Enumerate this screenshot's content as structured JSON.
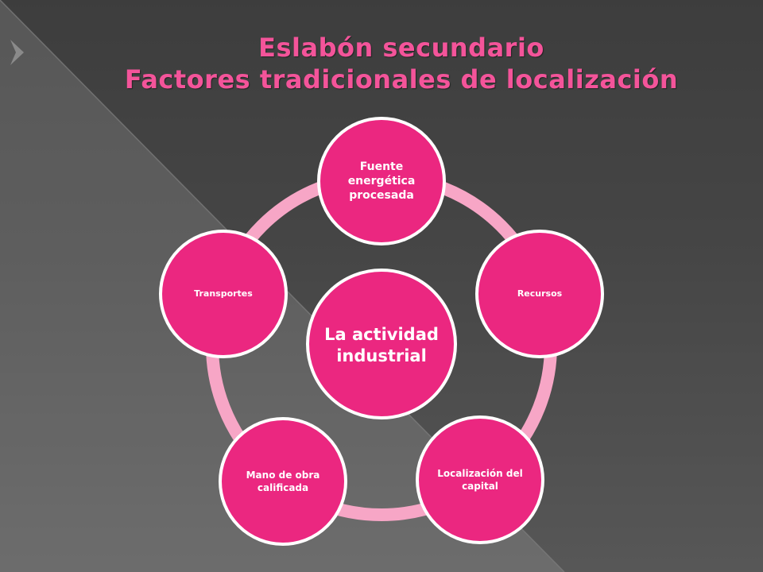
{
  "slide": {
    "title_line1": "Eslabón secundario",
    "title_line2": "Factores tradicionales de localización"
  },
  "diagram": {
    "center": "La actividad industrial",
    "nodes": [
      "Fuente energética procesada",
      "Recursos",
      "Localización del  capital",
      "Mano de obra calificada",
      "Transportes"
    ]
  },
  "colors": {
    "title": "#f4549a",
    "node_fill": "#eb2780",
    "node_stroke": "#ffffff",
    "ring": "#f7a6c6",
    "background": "#4a4a4a"
  }
}
